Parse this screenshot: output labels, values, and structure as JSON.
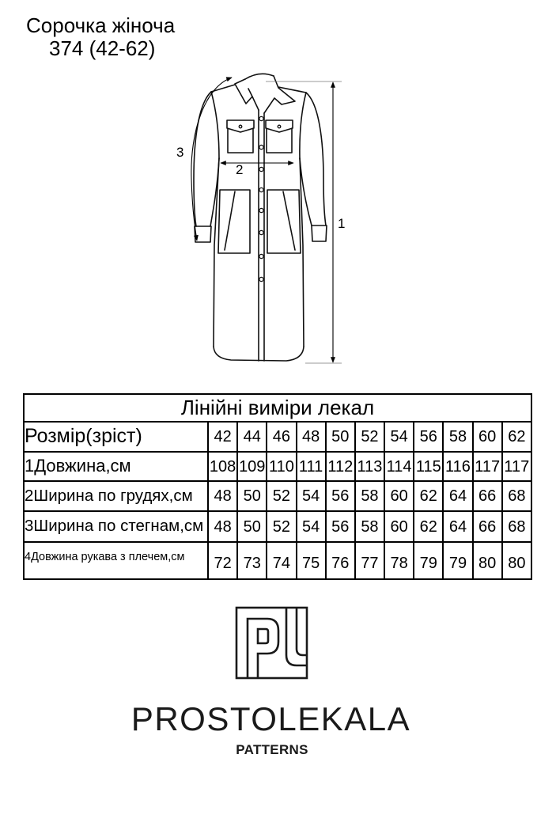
{
  "header": {
    "title": "Сорочка жіноча",
    "model": "374 (42-62)"
  },
  "drawing": {
    "dimension_labels": [
      "1",
      "2",
      "3"
    ]
  },
  "table": {
    "title": "Лінійні виміри лекал",
    "size_label": "Розмір(зріст)",
    "sizes": [
      42,
      44,
      46,
      48,
      50,
      52,
      54,
      56,
      58,
      60,
      62
    ],
    "rows": [
      {
        "label": "1Довжина,см",
        "values": [
          108,
          109,
          110,
          111,
          112,
          113,
          114,
          115,
          116,
          117,
          117
        ]
      },
      {
        "label": "2Ширина по грудях,см",
        "values": [
          48,
          50,
          52,
          54,
          56,
          58,
          60,
          62,
          64,
          66,
          68
        ]
      },
      {
        "label": "3Ширина по стегнам,см",
        "values": [
          48,
          50,
          52,
          54,
          56,
          58,
          60,
          62,
          64,
          66,
          68
        ]
      },
      {
        "label": "4Довжина рукава з плечем,см",
        "values": [
          72,
          73,
          74,
          75,
          76,
          77,
          78,
          79,
          79,
          80,
          80
        ]
      }
    ]
  },
  "brand": {
    "name": "PROSTOLEKALA",
    "tagline": "PATTERNS"
  }
}
